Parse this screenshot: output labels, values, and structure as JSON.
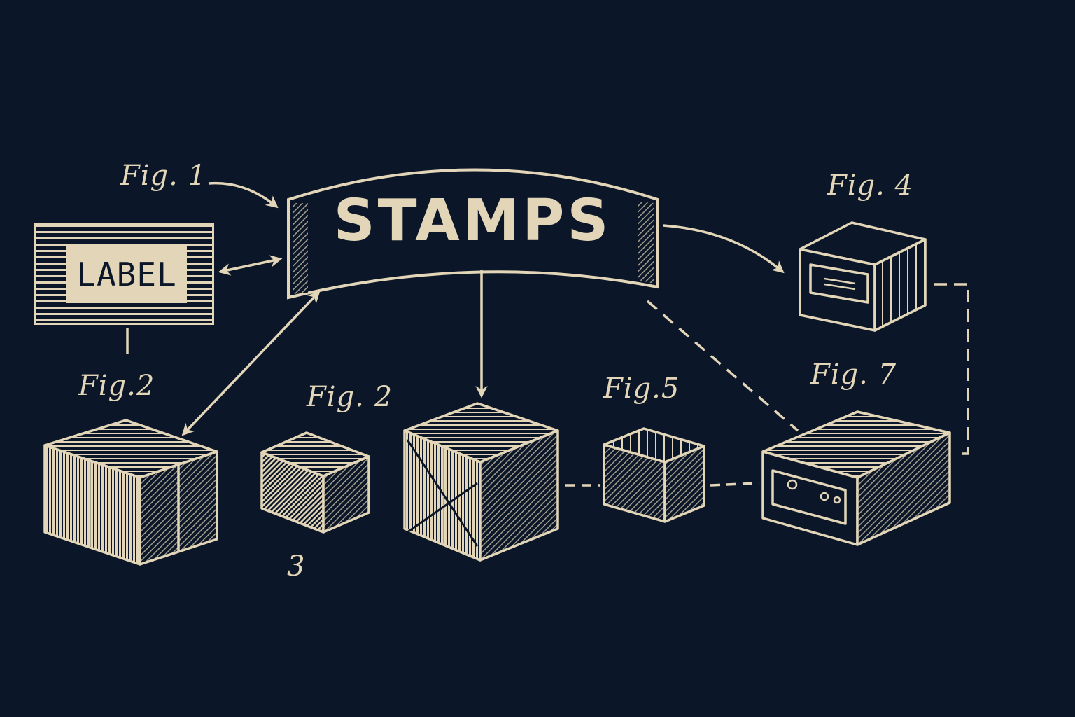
{
  "diagram": {
    "central_banner": "STAMPS",
    "label_box": "LABEL",
    "figure_labels": {
      "fig1": "Fig. 1",
      "fig2_left": "Fig.2",
      "fig2_mid": "Fig. 2",
      "fig4": "Fig. 4",
      "fig5": "Fig.5",
      "fig7": "Fig. 7",
      "number_3": "3"
    },
    "nodes": [
      {
        "id": "stamps",
        "label": "STAMPS",
        "type": "banner"
      },
      {
        "id": "label",
        "label": "LABEL",
        "type": "label-plate"
      },
      {
        "id": "fig2-large-box",
        "label": "Fig.2",
        "type": "wrapped-box"
      },
      {
        "id": "fig2-small-box",
        "label": "Fig. 2",
        "type": "box",
        "caption": "3"
      },
      {
        "id": "center-box",
        "label": "",
        "type": "wrapped-box"
      },
      {
        "id": "fig5-box",
        "label": "Fig.5",
        "type": "box"
      },
      {
        "id": "fig4-device",
        "label": "Fig. 4",
        "type": "device"
      },
      {
        "id": "fig7-device",
        "label": "Fig. 7",
        "type": "device"
      }
    ],
    "edges": [
      {
        "from": "fig1-caption",
        "to": "stamps",
        "style": "solid-arrow"
      },
      {
        "from": "label",
        "to": "stamps",
        "style": "double-arrow"
      },
      {
        "from": "stamps",
        "to": "fig2-large-box",
        "style": "double-arrow"
      },
      {
        "from": "stamps",
        "to": "center-box",
        "style": "solid-arrow"
      },
      {
        "from": "stamps",
        "to": "fig4-device",
        "style": "solid-arrow"
      },
      {
        "from": "stamps",
        "to": "fig7-device",
        "style": "dashed"
      },
      {
        "from": "center-box",
        "to": "fig5-box",
        "style": "dashed"
      },
      {
        "from": "fig5-box",
        "to": "fig7-device",
        "style": "dashed"
      },
      {
        "from": "fig4-device",
        "to": "fig7-device",
        "style": "dashed"
      }
    ],
    "colors": {
      "background": "#0b1628",
      "ink": "#e3d6b8"
    }
  }
}
